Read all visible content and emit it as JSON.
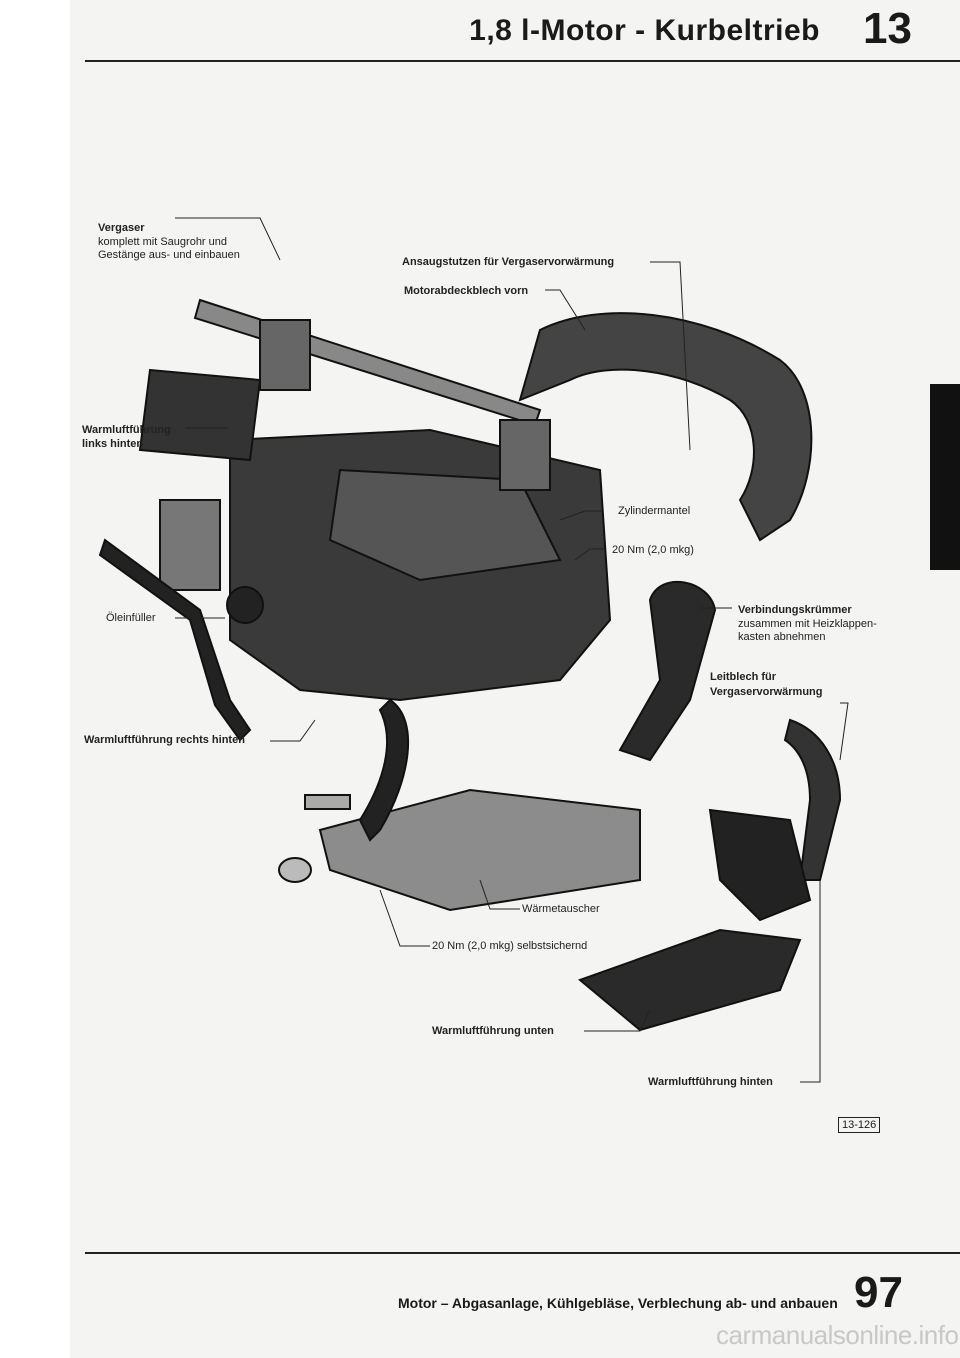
{
  "header": {
    "title": "1,8 l-Motor - Kurbeltrieb",
    "chapter": "13"
  },
  "labels": {
    "vergaser_title": "Vergaser",
    "vergaser_line2": "komplett mit Saugrohr und",
    "vergaser_line3": "Gestänge aus- und einbauen",
    "ansaugstutzen": "Ansaugstutzen für Vergaservorwärmung",
    "motorabdeckblech": "Motorabdeckblech vorn",
    "warmluft_links_1": "Warmluftführung",
    "warmluft_links_2": "links hinten",
    "zylindermantel": "Zylindermantel",
    "torque_1": "20 Nm (2,0 mkg)",
    "oleinfuller": "Öleinfüller",
    "verbindung_1": "Verbindungskrümmer",
    "verbindung_2": "zusammen mit Heizklappen-",
    "verbindung_3": "kasten abnehmen",
    "leitblech_1": "Leitblech für",
    "leitblech_2": "Vergaservorwärmung",
    "warmluft_rechts": "Warmluftführung rechts hinten",
    "waermetauscher": "Wärmetauscher",
    "torque_2": "20 Nm (2,0 mkg) selbstsichernd",
    "warmluft_unten": "Warmluftführung unten",
    "warmluft_hinten": "Warmluftführung hinten"
  },
  "figure_ref": "13-126",
  "footer": {
    "text": "Motor – Abgasanlage, Kühlgebläse, Verblechung ab- und anbauen",
    "page_number": "97"
  },
  "watermark": "carmanualsonline.info"
}
